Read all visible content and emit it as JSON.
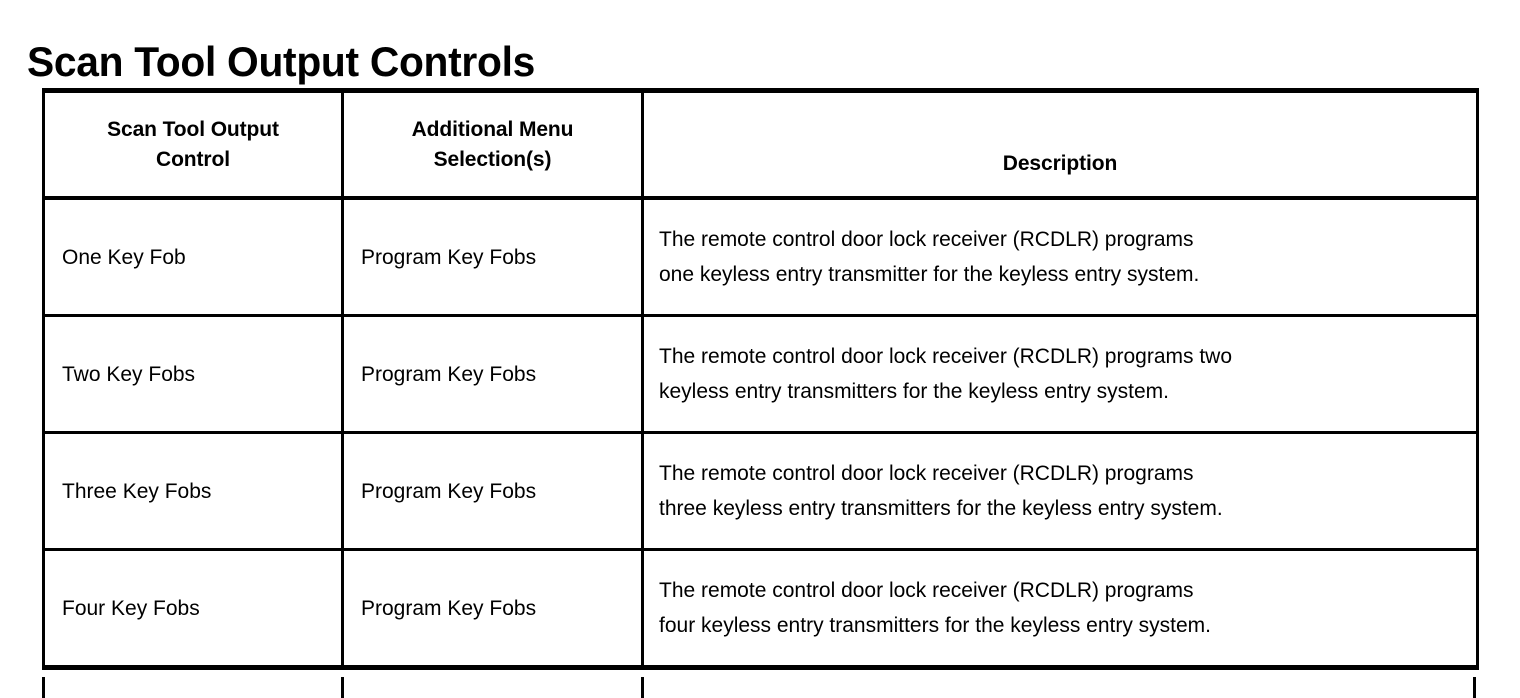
{
  "page": {
    "title": "Scan Tool Output Controls"
  },
  "table": {
    "headers": [
      {
        "line1": "Scan Tool Output",
        "line2": "Control"
      },
      {
        "line1": "Additional Menu",
        "line2": "Selection(s)"
      },
      {
        "line1": "Description",
        "line2": ""
      }
    ],
    "rows": [
      {
        "control": "One Key Fob",
        "menu": "Program Key Fobs",
        "desc_line1": "The remote control door lock receiver (RCDLR) programs",
        "desc_line2": "one keyless entry transmitter for the keyless entry system."
      },
      {
        "control": "Two Key Fobs",
        "menu": "Program Key Fobs",
        "desc_line1": "The remote control door lock receiver (RCDLR) programs two",
        "desc_line2": "keyless entry transmitters for the keyless entry system."
      },
      {
        "control": "Three Key Fobs",
        "menu": "Program Key Fobs",
        "desc_line1": "The remote control door lock receiver (RCDLR) programs",
        "desc_line2": "three keyless entry transmitters for the keyless entry system."
      },
      {
        "control": "Four Key Fobs",
        "menu": "Program Key Fobs",
        "desc_line1": "The remote control door lock receiver (RCDLR) programs",
        "desc_line2": "four keyless entry transmitters for the keyless entry system."
      }
    ]
  },
  "colors": {
    "text": "#000000",
    "background": "#ffffff",
    "border": "#000000"
  }
}
